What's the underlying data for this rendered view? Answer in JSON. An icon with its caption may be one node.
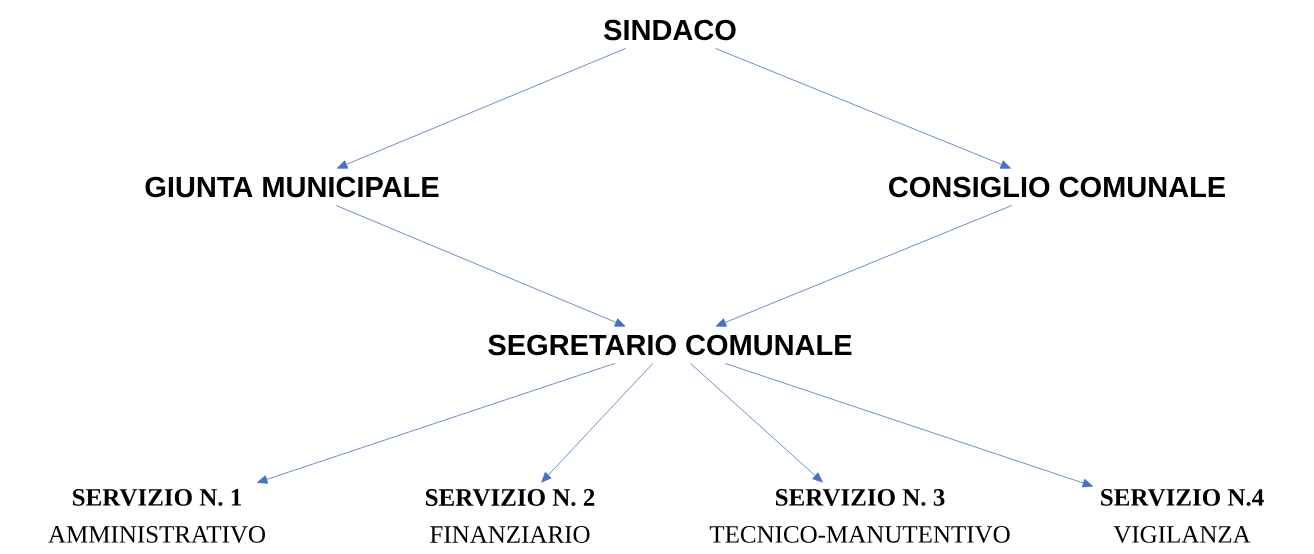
{
  "diagram": {
    "nodes": [
      {
        "text": [
          "SINDACO"
        ]
      },
      {
        "text": [
          "GIUNTA MUNICIPALE"
        ]
      },
      {
        "text": [
          "CONSIGLIO COMUNALE"
        ]
      },
      {
        "text": [
          "SEGRETARIO COMUNALE"
        ]
      },
      {
        "text": [
          "SERVIZIO N. 1",
          "AMMINISTRATIVO"
        ]
      },
      {
        "text": [
          "SERVIZIO N. 2",
          "FINANZIARIO"
        ]
      },
      {
        "text": [
          "SERVIZIO N. 3",
          "TECNICO-MANUTENTIVO"
        ]
      },
      {
        "text": [
          "SERVIZIO N.4",
          "VIGILANZA"
        ]
      }
    ],
    "edges": [
      {
        "from": 0,
        "to": 1,
        "arrow": "to"
      },
      {
        "from": 0,
        "to": 2,
        "arrow": "to"
      },
      {
        "from": 1,
        "to": 3,
        "arrow": "to"
      },
      {
        "from": 2,
        "to": 3,
        "arrow": "to"
      },
      {
        "from": 3,
        "to": 4,
        "arrow": "to"
      },
      {
        "from": 3,
        "to": 5,
        "arrow": "to"
      },
      {
        "from": 3,
        "to": 6,
        "arrow": "to"
      },
      {
        "from": 3,
        "to": 7,
        "arrow": "to"
      }
    ]
  }
}
